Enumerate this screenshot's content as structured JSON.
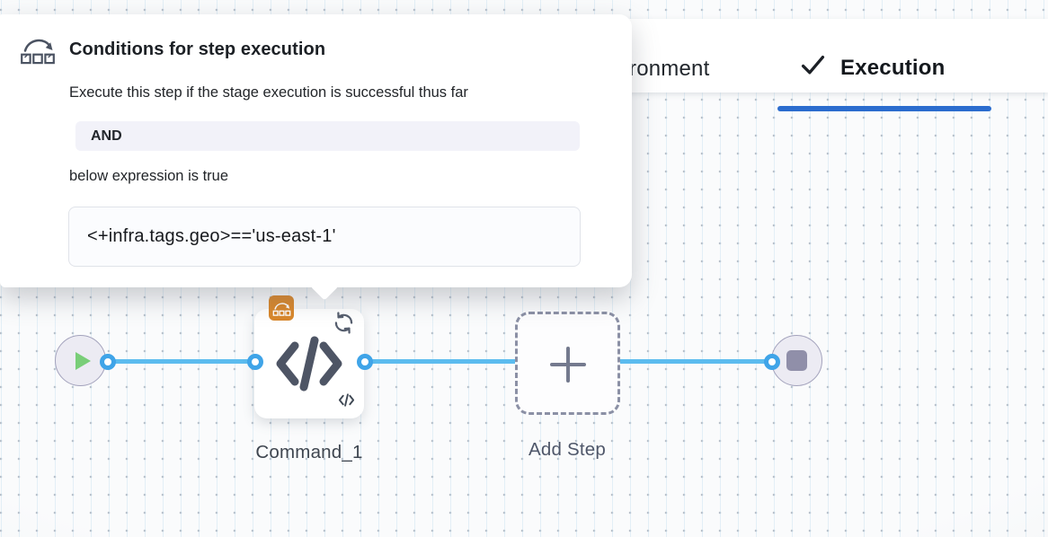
{
  "tabbar": {
    "environment_tab_visible_text": "ronment",
    "execution_tab_label": "Execution"
  },
  "popover": {
    "title": "Conditions for step execution",
    "description": "Execute this step if the stage execution is successful thus far",
    "operator": "AND",
    "expression_intro": "below expression is true",
    "expression": "<+infra.tags.geo>=='us-east-1'"
  },
  "pipeline": {
    "start_node": "pipeline-start",
    "end_node": "pipeline-end",
    "step_label": "Command_1",
    "add_step_label": "Add Step"
  },
  "colors": {
    "active_tab_underline": "#2b6cce",
    "edge_blue": "#5cbcef",
    "port_ring_blue": "#3fa4e8",
    "conditional_badge_orange": "#d9872b",
    "play_green": "#79ce78",
    "node_fill": "#ecebf3",
    "chip_background": "#f2f2f9"
  }
}
